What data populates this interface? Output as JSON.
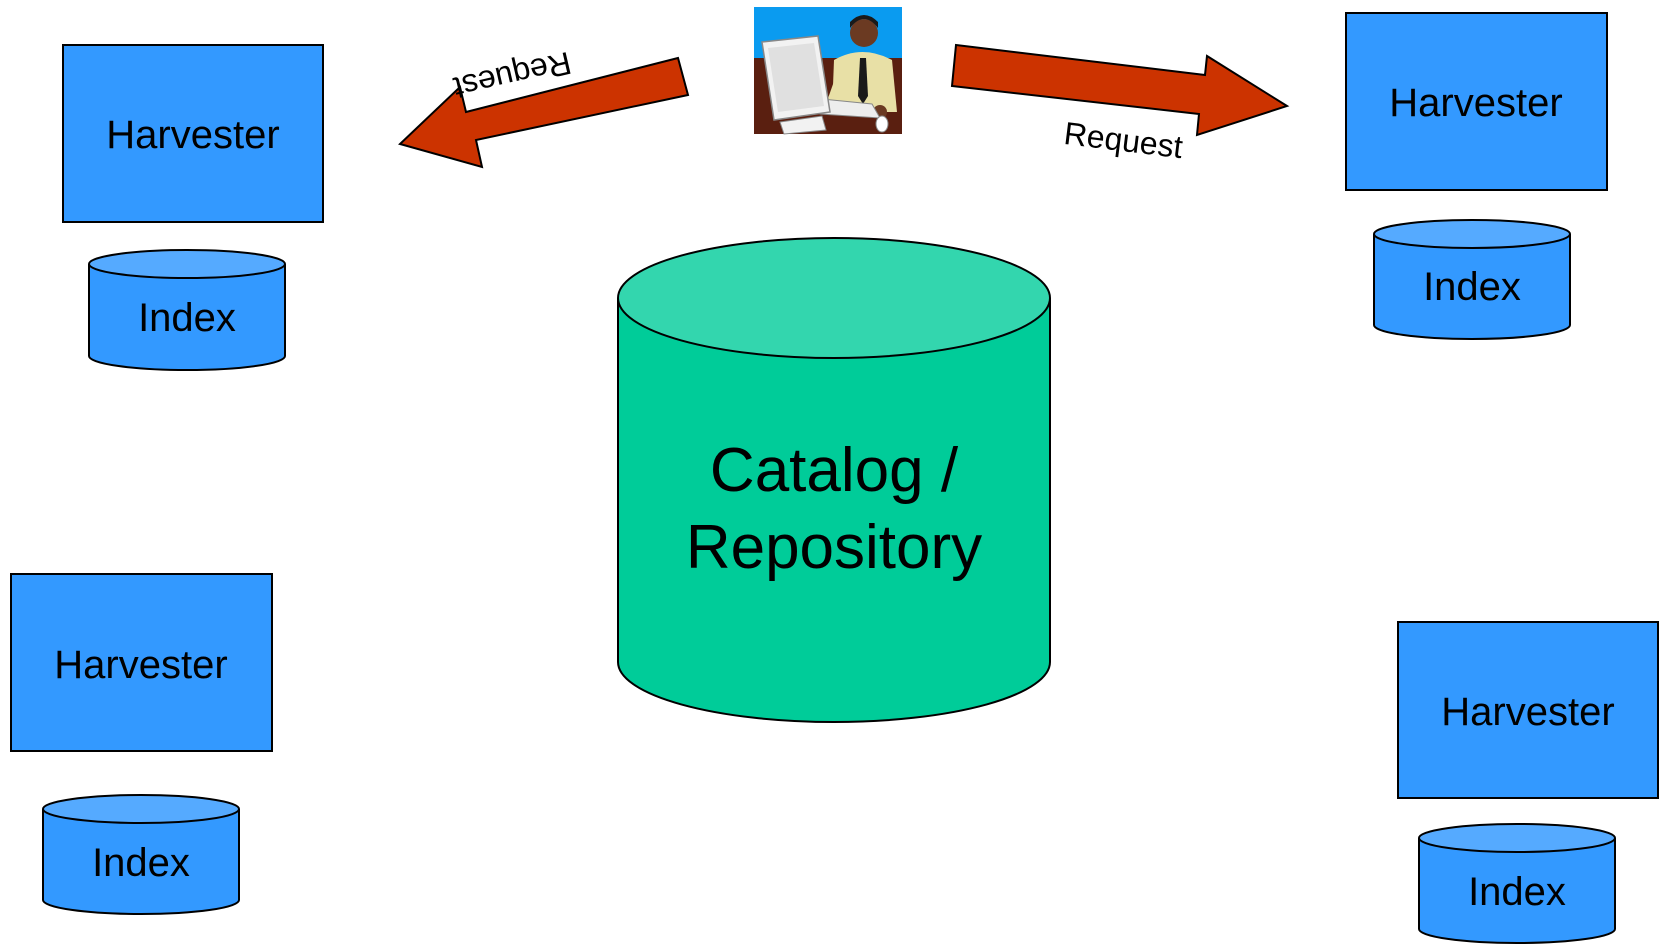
{
  "diagram": {
    "catalog": {
      "line1": "Catalog /",
      "line2": "Repository"
    },
    "harvesters": [
      {
        "label": "Harvester",
        "index_label": "Index"
      },
      {
        "label": "Harvester",
        "index_label": "Index"
      },
      {
        "label": "Harvester",
        "index_label": "Index"
      },
      {
        "label": "Harvester",
        "index_label": "Index"
      }
    ],
    "arrows": [
      {
        "label": "Request",
        "direction": "left"
      },
      {
        "label": "Request",
        "direction": "right"
      }
    ],
    "user": {
      "icon": "person-at-computer-icon"
    }
  },
  "colors": {
    "harvester_fill": "#3399FF",
    "index_fill": "#3399FF",
    "index_top": "#55AAFF",
    "catalog_fill": "#00CC99",
    "catalog_top": "#33D6AE",
    "arrow_fill": "#CC3300",
    "stroke": "#000000"
  }
}
